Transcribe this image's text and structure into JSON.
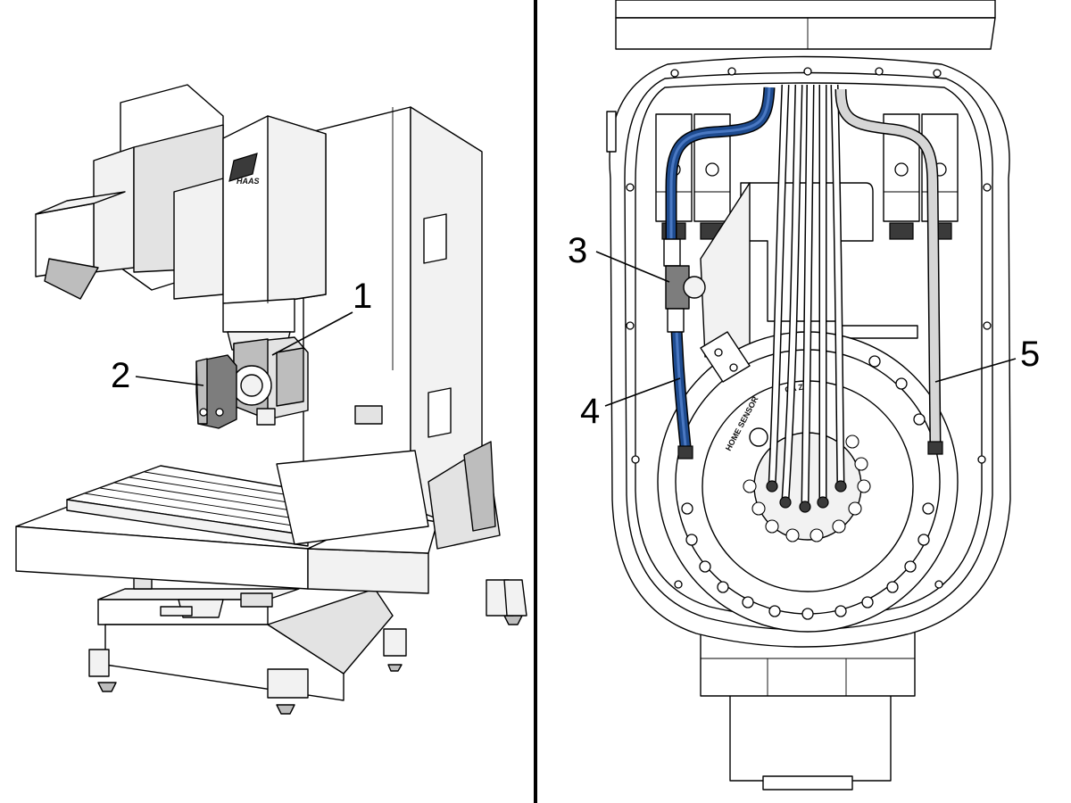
{
  "callouts": {
    "c1": "1",
    "c2": "2",
    "c3": "3",
    "c4": "4",
    "c5": "5"
  },
  "labels": {
    "home_sensor": "HOME SENSOR",
    "cable_mark": "CA  Z"
  },
  "logo": {
    "brand": "HAAS"
  },
  "colors": {
    "blue_hose": "#1e4b8f",
    "blue_hose_highlight": "#4a78c2",
    "grey_hose": "#d6d6d6",
    "divider": "#000000"
  }
}
